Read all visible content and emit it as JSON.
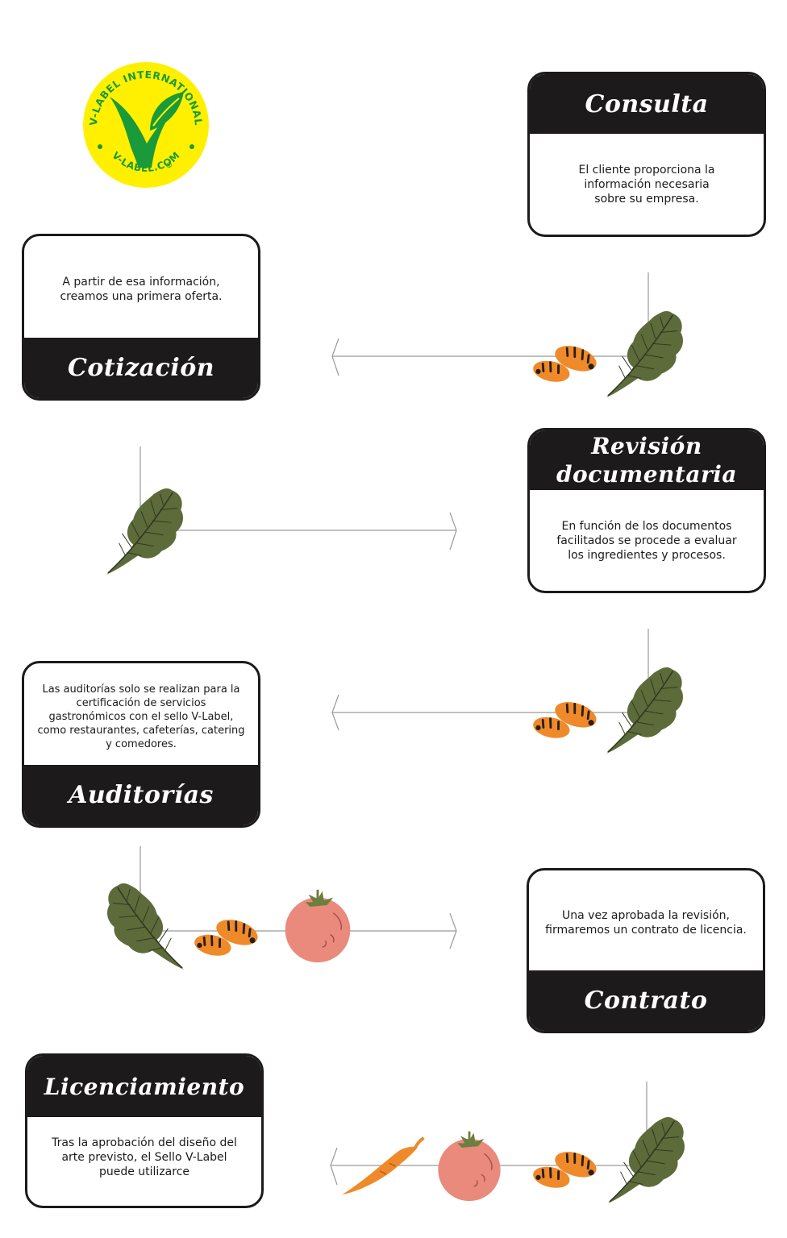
{
  "logo": {
    "ring_text": "V-LABEL INTERNATIONAL",
    "bottom_text": "V-LABEL.COM",
    "registered": "®",
    "colors": {
      "background": "#fff000",
      "green": "#1a9a3a"
    }
  },
  "steps": [
    {
      "title": "Consulta",
      "text": "El cliente proporciona la\ninformación necesaria\nsobre su empresa."
    },
    {
      "title": "Cotización",
      "text": "A partir de esa información,\ncreamos una primera oferta."
    },
    {
      "title": "Revisión\ndocumentaria",
      "text": "En función de los documentos\nfacilitados se procede a evaluar\nlos ingredientes y procesos."
    },
    {
      "title": "Auditorías",
      "text": "Las auditorías solo se realizan para la\ncertificación de servicios\ngastronómicos con el sello V-Label,\ncomo restaurantes, cafeterías, catering\ny comedores."
    },
    {
      "title": "Contrato",
      "text": "Una vez aprobada la revisión,\nfirmaremos un contrato de licencia."
    },
    {
      "title": "Licenciamiento",
      "text": "Tras la aprobación del diseño del\narte previsto, el Sello V-Label\npuede utilizarce"
    }
  ],
  "colors": {
    "card_header": "#1c1a1a",
    "leaf": "#5d6b3a",
    "bean": "#ef8a2b",
    "tomato": "#e98a7c",
    "carrot": "#ef8a2b",
    "line": "#9a9a9a"
  },
  "decorations": [
    "leaf-icon",
    "bean-icon",
    "tomato-icon",
    "carrot-icon"
  ]
}
